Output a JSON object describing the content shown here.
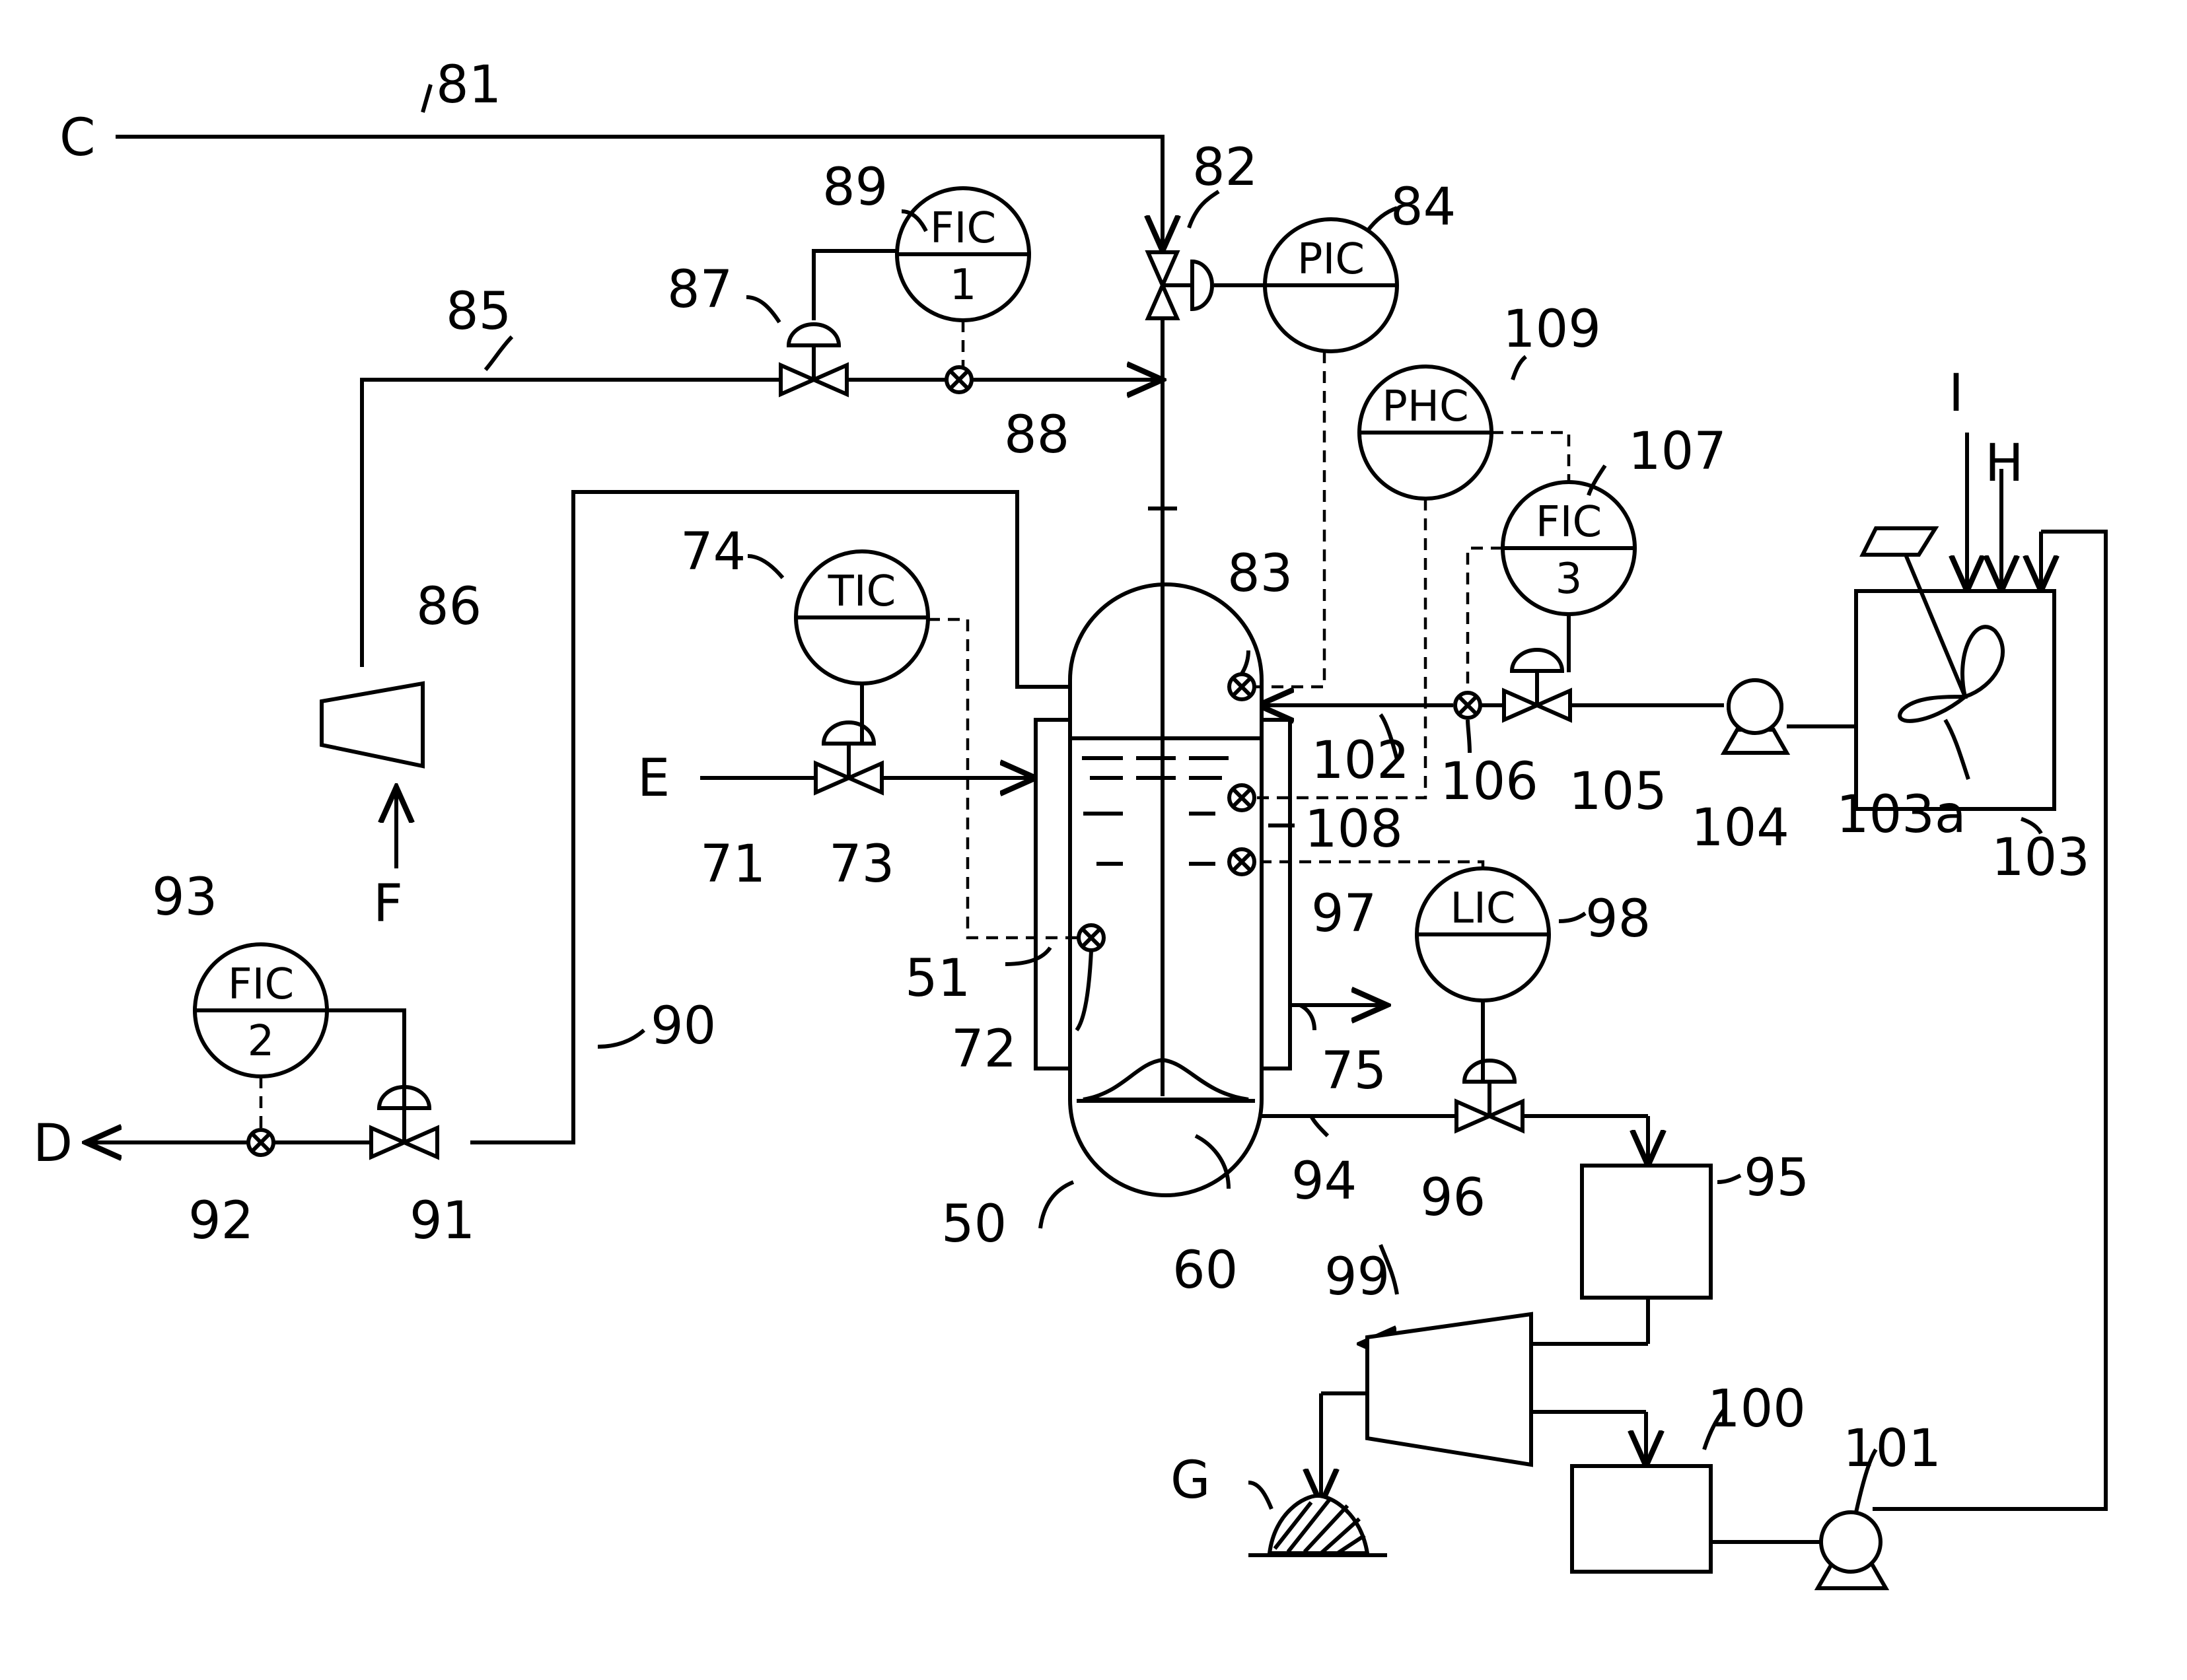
{
  "streams": {
    "C": "C",
    "D": "D",
    "E": "E",
    "F": "F",
    "G": "G",
    "H": "H",
    "I": "I"
  },
  "instruments": {
    "fic1": {
      "code": "FIC",
      "num": "1"
    },
    "fic2": {
      "code": "FIC",
      "num": "2"
    },
    "fic3": {
      "code": "FIC",
      "num": "3"
    },
    "pic": {
      "code": "PIC",
      "num": ""
    },
    "phc": {
      "code": "PHC",
      "num": ""
    },
    "tic": {
      "code": "TIC",
      "num": ""
    },
    "lic": {
      "code": "LIC",
      "num": ""
    }
  },
  "refs": {
    "r50": "50",
    "r51": "51",
    "r60": "60",
    "r71": "71",
    "r72": "72",
    "r73": "73",
    "r74": "74",
    "r75": "75",
    "r81": "81",
    "r82": "82",
    "r83": "83",
    "r84": "84",
    "r85": "85",
    "r86": "86",
    "r87": "87",
    "r88": "88",
    "r89": "89",
    "r90": "90",
    "r91": "91",
    "r92": "92",
    "r93": "93",
    "r94": "94",
    "r95": "95",
    "r96": "96",
    "r97": "97",
    "r98": "98",
    "r99": "99",
    "r100": "100",
    "r101": "101",
    "r102": "102",
    "r103": "103",
    "r103a": "103a",
    "r104": "104",
    "r105": "105",
    "r106": "106",
    "r107": "107",
    "r108": "108",
    "r109": "109"
  }
}
